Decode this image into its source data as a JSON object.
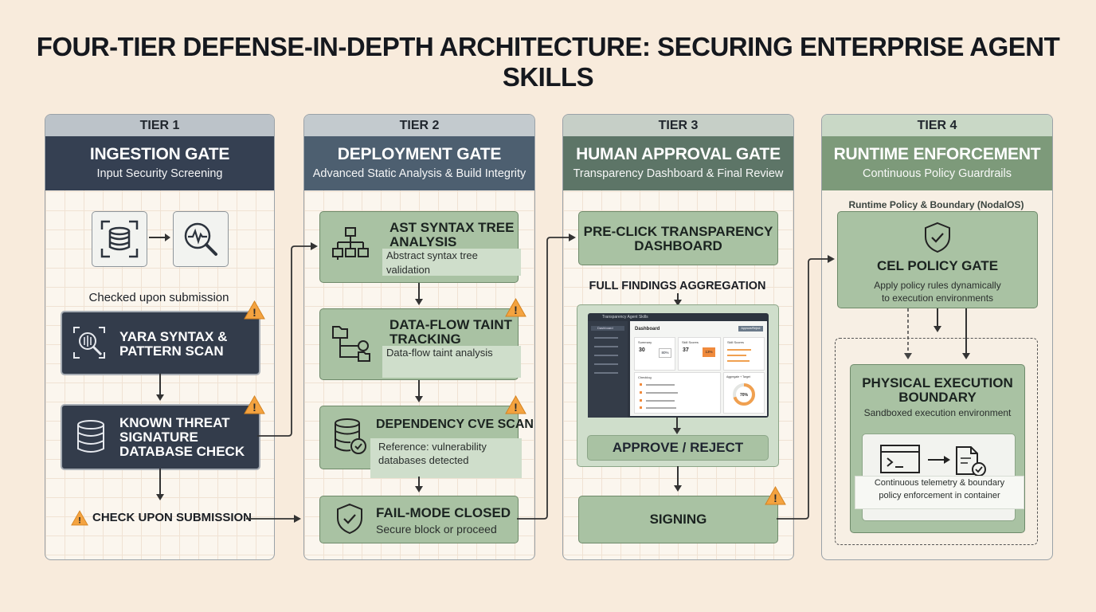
{
  "title": "FOUR-TIER DEFENSE-IN-DEPTH ARCHITECTURE: SECURING ENTERPRISE AGENT SKILLS",
  "colors": {
    "background": "#f8ebdc",
    "tier1": "#354052",
    "tier2": "#4d5f70",
    "tier3": "#5d7567",
    "tier4": "#7d9a7a",
    "green_box": "#a9c2a3",
    "dark_box": "#333c4b",
    "warning": "#f4a340"
  },
  "tiers": [
    {
      "label": "TIER 1",
      "title": "INGESTION GATE",
      "subtitle": "Input Security Screening",
      "icons": [
        "database-scan-icon",
        "pulse-search-icon"
      ],
      "checked_label": "Checked upon submission",
      "box1": "YARA SYNTAX &\nPATTERN SCAN",
      "box2": "KNOWN THREAT\nSIGNATURE\nDATABASE CHECK",
      "bottom": "CHECK UPON SUBMISSION"
    },
    {
      "label": "TIER 2",
      "title": "DEPLOYMENT GATE",
      "subtitle": "Advanced Static Analysis & Build Integrity",
      "box1_title": "AST SYNTAX TREE\nANALYSIS",
      "box1_note": "Abstract syntax tree validation",
      "box2_title": "DATA-FLOW TAINT\nTRACKING",
      "box2_note": "Data-flow taint analysis",
      "box3_title": "DEPENDENCY CVE SCAN",
      "box3_note": "Reference: vulnerability\ndatabases detected",
      "box4_title": "FAIL-MODE CLOSED",
      "box4_sub": "Secure block or proceed"
    },
    {
      "label": "TIER 3",
      "title": "HUMAN APPROVAL GATE",
      "subtitle": "Transparency Dashboard & Final Review",
      "box1": "PRE-CLICK TRANSPARENCY\nDASHBOARD",
      "aggregation": "FULL FINDINGS AGGREGATION",
      "dashboard": {
        "app_title": "Transparency Agent Skills",
        "heading": "Dashboard",
        "sidebar_item": "Dashboard",
        "cards": [
          {
            "label": "Summary",
            "value": "30"
          },
          {
            "label": "Skill Scores",
            "value": "37"
          },
          {
            "label": "Skill Scores",
            "value": ""
          }
        ],
        "card_percent": "80%",
        "card_badge": "13%",
        "button": "Approve/Reject",
        "lower_left": "Checklog",
        "lower_right": "Aggregate + Target",
        "donut_value": "70%"
      },
      "approve": "APPROVE / REJECT",
      "signing": "SIGNING"
    },
    {
      "label": "TIER 4",
      "title": "RUNTIME ENFORCEMENT",
      "subtitle": "Continuous Policy Guardrails",
      "runtime_label": "Runtime Policy & Boundary (NodalOS)",
      "cel_title": "CEL POLICY GATE",
      "cel_sub": "Apply policy rules dynamically\nto execution environments",
      "phys_title": "PHYSICAL EXECUTION\nBOUNDARY",
      "phys_sub": "Sandboxed execution environment",
      "telemetry": "Continuous telemetry & boundary\npolicy enforcement in container"
    }
  ]
}
